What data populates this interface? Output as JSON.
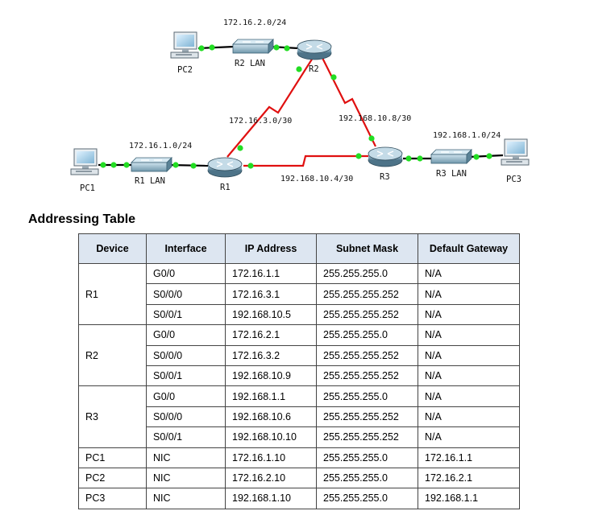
{
  "topology": {
    "networks": {
      "r2_lan": "172.16.2.0/24",
      "r1_r2": "172.16.3.0/30",
      "r2_r3": "192.168.10.8/30",
      "r1_lan": "172.16.1.0/24",
      "r1_r3": "192.168.10.4/30",
      "r3_lan": "192.168.1.0/24"
    },
    "devices": {
      "pc1": "PC1",
      "pc2": "PC2",
      "pc3": "PC3",
      "r1": "R1",
      "r2": "R2",
      "r3": "R3",
      "r1_lan": "R1 LAN",
      "r2_lan": "R2 LAN",
      "r3_lan": "R3 LAN"
    },
    "colors": {
      "ethernet": "#000000",
      "serial": "#e01010",
      "port_up": "#22dd22"
    }
  },
  "section_title": "Addressing Table",
  "table": {
    "headers": [
      "Device",
      "Interface",
      "IP Address",
      "Subnet Mask",
      "Default Gateway"
    ],
    "groups": [
      {
        "device": "R1",
        "rows": [
          [
            "G0/0",
            "172.16.1.1",
            "255.255.255.0",
            "N/A"
          ],
          [
            "S0/0/0",
            "172.16.3.1",
            "255.255.255.252",
            "N/A"
          ],
          [
            "S0/0/1",
            "192.168.10.5",
            "255.255.255.252",
            "N/A"
          ]
        ]
      },
      {
        "device": "R2",
        "rows": [
          [
            "G0/0",
            "172.16.2.1",
            "255.255.255.0",
            "N/A"
          ],
          [
            "S0/0/0",
            "172.16.3.2",
            "255.255.255.252",
            "N/A"
          ],
          [
            "S0/0/1",
            "192.168.10.9",
            "255.255.255.252",
            "N/A"
          ]
        ]
      },
      {
        "device": "R3",
        "rows": [
          [
            "G0/0",
            "192.168.1.1",
            "255.255.255.0",
            "N/A"
          ],
          [
            "S0/0/0",
            "192.168.10.6",
            "255.255.255.252",
            "N/A"
          ],
          [
            "S0/0/1",
            "192.168.10.10",
            "255.255.255.252",
            "N/A"
          ]
        ]
      },
      {
        "device": "PC1",
        "rows": [
          [
            "NIC",
            "172.16.1.10",
            "255.255.255.0",
            "172.16.1.1"
          ]
        ]
      },
      {
        "device": "PC2",
        "rows": [
          [
            "NIC",
            "172.16.2.10",
            "255.255.255.0",
            "172.16.2.1"
          ]
        ]
      },
      {
        "device": "PC3",
        "rows": [
          [
            "NIC",
            "192.168.1.10",
            "255.255.255.0",
            "192.168.1.1"
          ]
        ]
      }
    ]
  }
}
